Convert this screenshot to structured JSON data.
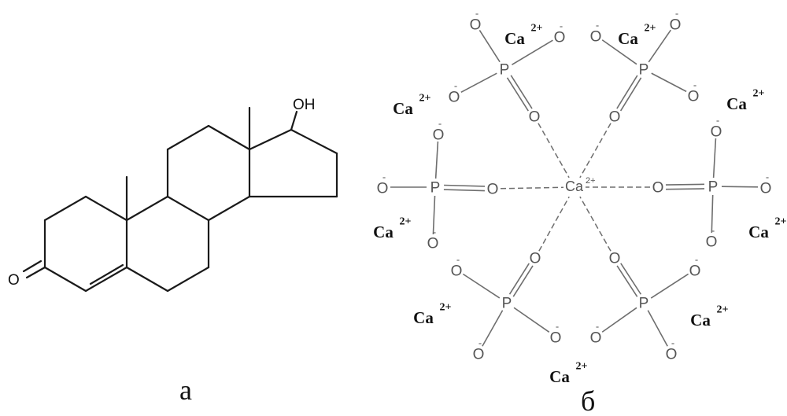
{
  "figure": {
    "captions": {
      "left": "а",
      "right": "б"
    }
  },
  "molecule": {
    "hydroxyl": "OH",
    "ketone": "O"
  },
  "complex": {
    "center_symbol": "Ca",
    "center_charge": "2+",
    "oxygen": "O",
    "phosphorus": "P",
    "minus": "-",
    "counter_ion_symbol": "Ca",
    "counter_ion_charge": "2+"
  }
}
